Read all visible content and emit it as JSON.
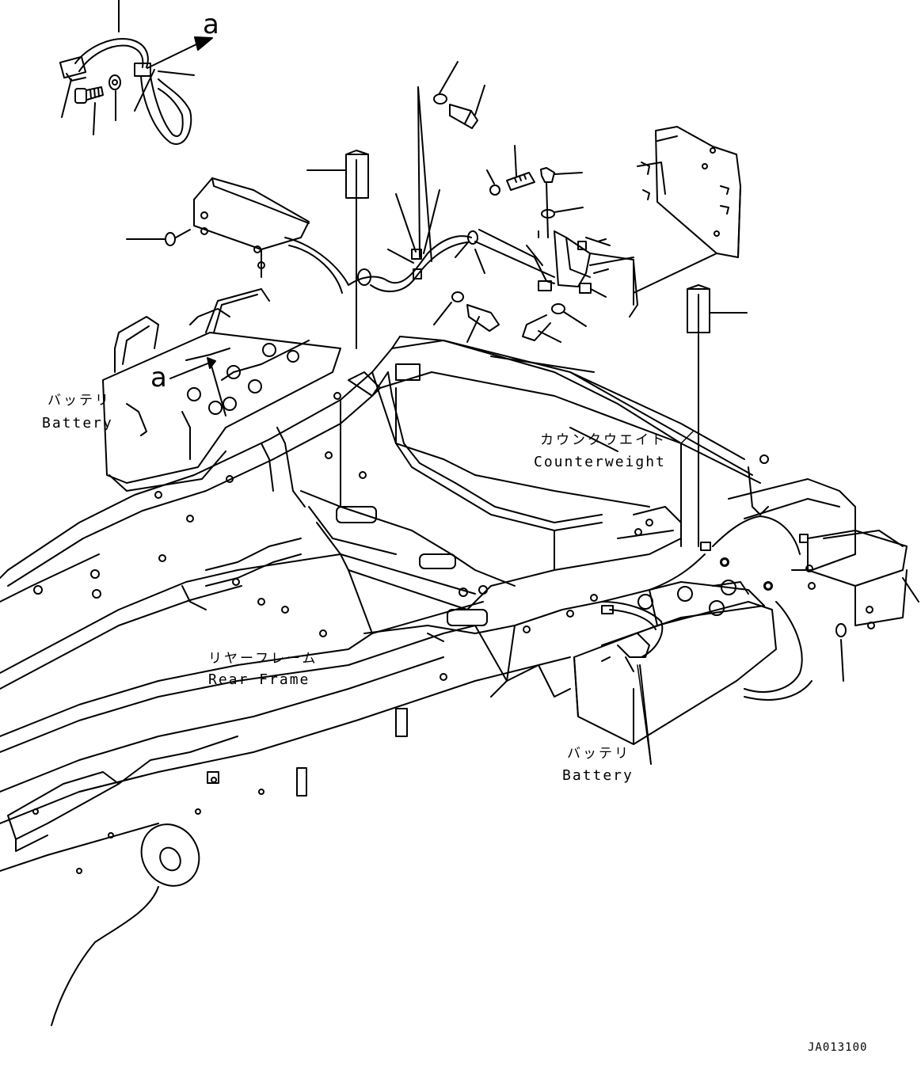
{
  "diagram": {
    "drawing_code": "JA013100",
    "view_marker": "a",
    "labels": {
      "battery_left_jp": "バッテリ",
      "battery_left_en": "Battery",
      "battery_right_jp": "バッテリ",
      "battery_right_en": "Battery",
      "counterweight_jp": "カウンタウエイト",
      "counterweight_en": "Counterweight",
      "rear_frame_jp": "リヤーフレーム",
      "rear_frame_en": "Rear Frame"
    }
  }
}
